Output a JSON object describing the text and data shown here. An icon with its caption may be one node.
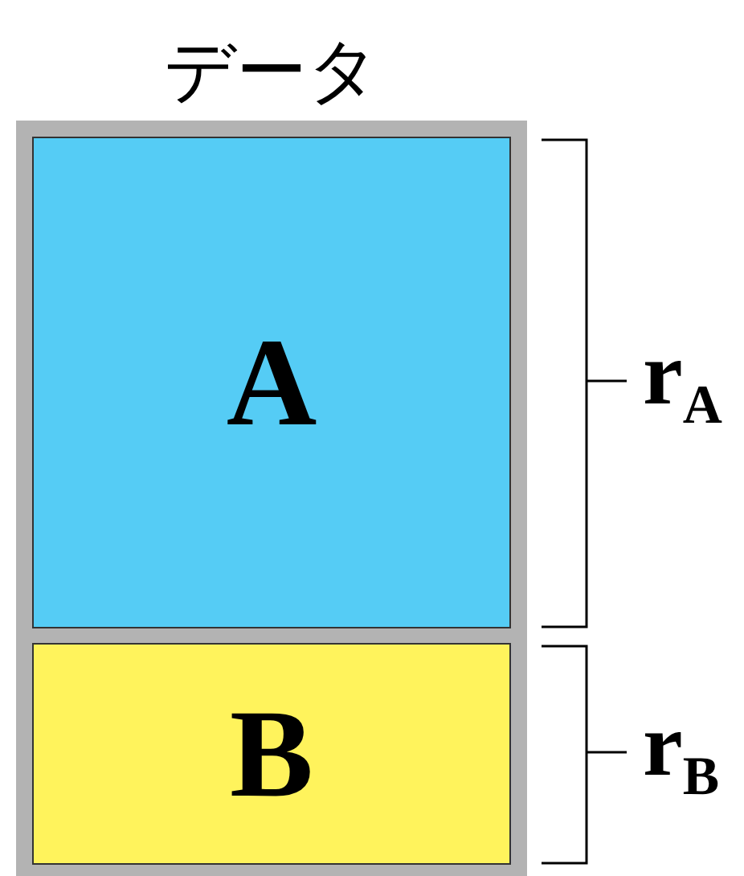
{
  "diagram": {
    "nodes": [
      {
        "text": [
          "データ"
        ]
      },
      {
        "text": [
          "A"
        ],
        "in": 0
      },
      {
        "text": [
          "B"
        ],
        "in": 0
      }
    ],
    "labels": [
      "r$_{A}$",
      "r$_{B}$"
    ]
  }
}
